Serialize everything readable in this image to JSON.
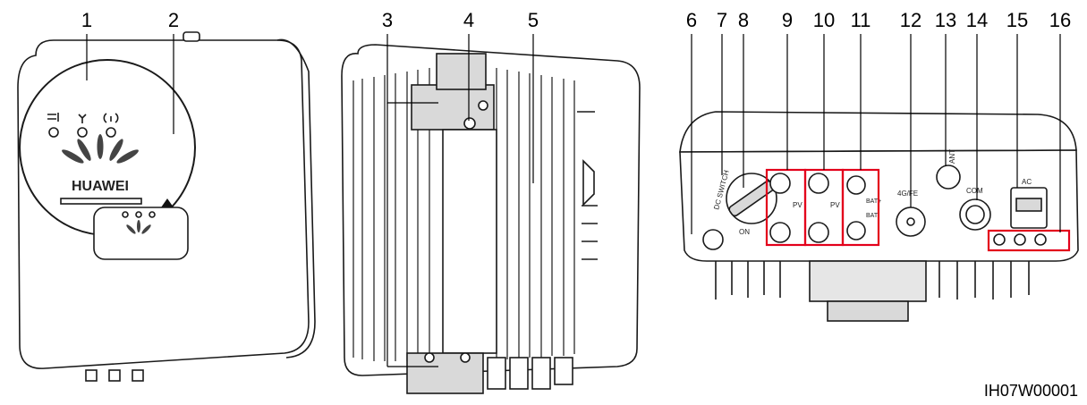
{
  "callouts": [
    "1",
    "2",
    "3",
    "4",
    "5",
    "6",
    "7",
    "8",
    "9",
    "10",
    "11",
    "12",
    "13",
    "14",
    "15",
    "16"
  ],
  "figure_code": "IH07W00001",
  "front": {
    "brand": "HUAWEI"
  },
  "panel": {
    "dc_switch": "DC SWITCH",
    "on": "ON",
    "pv_top": "PV",
    "pv_bottom": "PV",
    "bat_plus": "BAT+",
    "bat_minus": "BAT-",
    "fe": "4G/FE",
    "ant": "ANT",
    "com": "COM",
    "ac": "AC"
  },
  "colors": {
    "outline": "#1a1a1a",
    "highlight": "#e3001b",
    "body": "#ffffff",
    "shade": "#d9d9d9"
  }
}
